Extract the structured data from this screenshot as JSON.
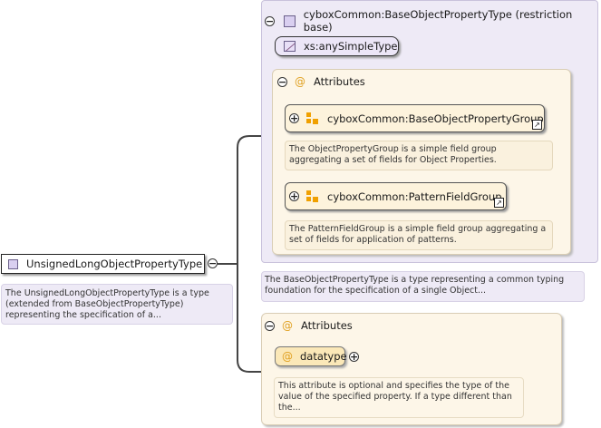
{
  "root": {
    "name": "UnsignedLongObjectPropertyType",
    "description": "The UnsignedLongObjectPropertyType is a type (extended from BaseObjectPropertyType) representing the specification of a..."
  },
  "base": {
    "title": "cyboxCommon:BaseObjectPropertyType (restriction base)",
    "simple_type": "xs:anySimpleType",
    "attributes_label": "Attributes",
    "groups": [
      {
        "name": "cyboxCommon:BaseObjectPropertyGroup",
        "description": "The ObjectPropertyGroup is a simple field group aggregating a set of fields for Object Properties."
      },
      {
        "name": "cyboxCommon:PatternFieldGroup",
        "description": "The PatternFieldGroup is a simple field group aggregating a set of fields for application of patterns."
      }
    ],
    "description": "The BaseObjectPropertyType is a type representing a common typing foundation for the specification of a single Object..."
  },
  "own_attributes": {
    "label": "Attributes",
    "attribute": {
      "name": "datatype",
      "description": "This attribute is optional and specifies the type of the value of the specified property. If a type different than the..."
    }
  },
  "symbols": {
    "collapse": "⊖",
    "expand": "⊕",
    "at": "@"
  }
}
